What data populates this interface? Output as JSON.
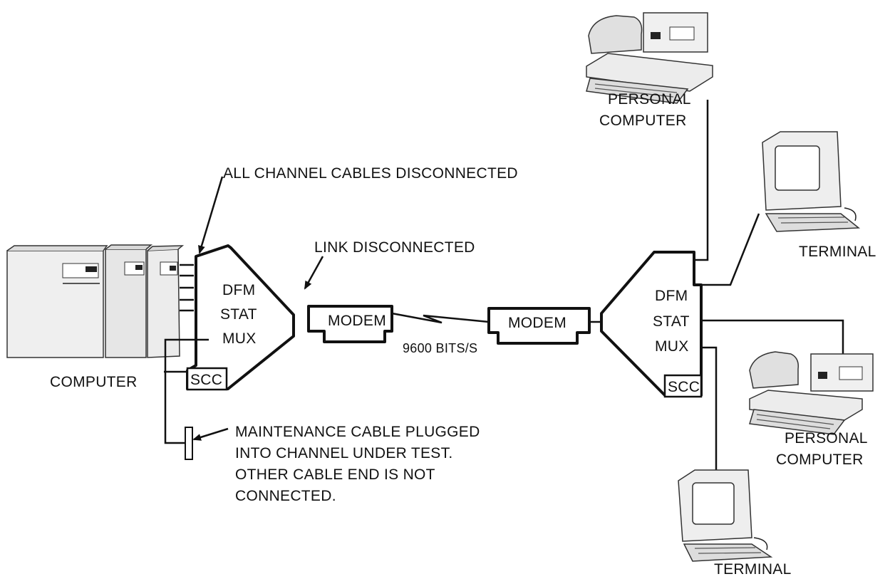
{
  "labels": {
    "all_channel": "ALL CHANNEL CABLES DISCONNECTED",
    "link_disconnected": "LINK DISCONNECTED",
    "computer": "COMPUTER",
    "mux_left": [
      "DFM",
      "STAT",
      "MUX"
    ],
    "scc_left": "SCC",
    "modem_left": "MODEM",
    "modem_right": "MODEM",
    "bits": "9600 BITS/S",
    "mux_right": [
      "DFM",
      "STAT",
      "MUX"
    ],
    "scc_right": "SCC",
    "pc_top": [
      "PERSONAL",
      "COMPUTER"
    ],
    "terminal_top": "TERMINAL",
    "pc_bottom": [
      "PERSONAL",
      "COMPUTER"
    ],
    "terminal_bottom": "TERMINAL",
    "maintenance": [
      "MAINTENANCE CABLE PLUGGED",
      "INTO CHANNEL UNDER TEST.",
      "OTHER CABLE END IS NOT",
      "CONNECTED."
    ]
  },
  "colors": {
    "ink": "#111111",
    "paper": "#ffffff"
  }
}
